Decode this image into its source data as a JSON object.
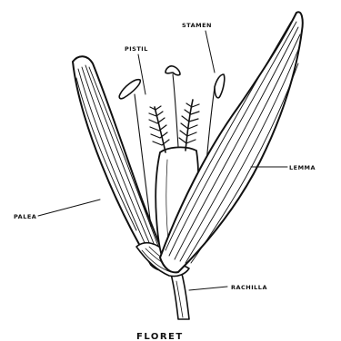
{
  "figure": {
    "title": "FLORET",
    "labels": {
      "stamen": "STAMEN",
      "pistil": "PISTIL",
      "lemma": "LEMMA",
      "palea": "PALEA",
      "rachilla": "RACHILLA"
    }
  },
  "colors": {
    "ink": "#111111",
    "background": "#ffffff"
  }
}
